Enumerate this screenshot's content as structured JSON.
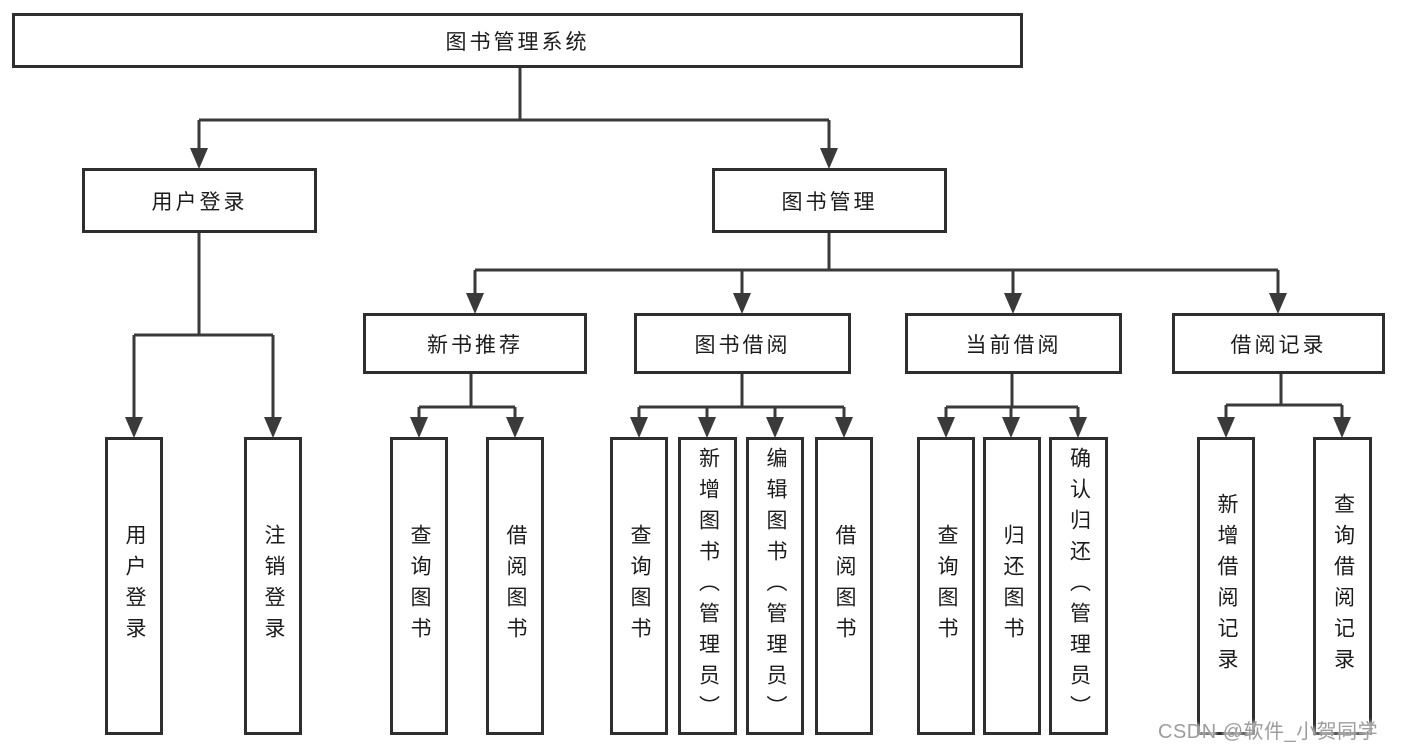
{
  "tree": {
    "root": {
      "label": "图书管理系统"
    },
    "level2": [
      {
        "label": "用户登录",
        "children": [
          "用户登录",
          "注销登录"
        ]
      },
      {
        "label": "图书管理"
      }
    ],
    "level3": [
      {
        "label": "新书推荐",
        "children": [
          "查询图书",
          "借阅图书"
        ]
      },
      {
        "label": "图书借阅",
        "children": [
          "查询图书",
          "新增图书（管理员）",
          "编辑图书（管理员）",
          "借阅图书"
        ]
      },
      {
        "label": "当前借阅",
        "children": [
          "查询图书",
          "归还图书",
          "确认归还（管理员）"
        ]
      },
      {
        "label": "借阅记录",
        "children": [
          "新增借阅记录",
          "查询借阅记录"
        ]
      }
    ]
  },
  "watermark": {
    "text": "CSDN @软件_小贺同学"
  },
  "colors": {
    "line": "#3a3a3a",
    "box_border": "#2e2e2e",
    "text": "#1c1c1c",
    "watermark": "#9d9d9d",
    "background": "#ffffff"
  }
}
